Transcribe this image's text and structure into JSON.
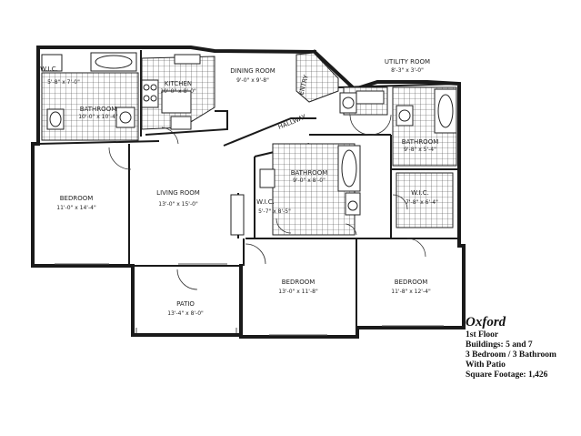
{
  "rooms": {
    "wic_1": {
      "name": "W.I.C.",
      "dims": "5'-8\" x 7'-0\""
    },
    "kitchen": {
      "name": "KITCHEN",
      "dims": "10'-0\" x 8'-0\""
    },
    "bath_1": {
      "name": "BATHROOM",
      "dims": "10'-0\" x 10'-4\""
    },
    "dining": {
      "name": "DINING ROOM",
      "dims": "9'-0\" x 9'-8\""
    },
    "utility": {
      "name": "UTILITY ROOM",
      "dims": "8'-3\" x 3'-0\""
    },
    "bath_2": {
      "name": "BATHROOM",
      "dims": "9'-8\" x 5'-4\""
    },
    "bath_3": {
      "name": "BATHROOM",
      "dims": "9'-0\" x 8'-0\""
    },
    "wic_2": {
      "name": "W.I.C.",
      "dims": "5'-7\" x 8'-5\""
    },
    "wic_3": {
      "name": "W.I.C.",
      "dims": "7'-8\" x 6'-4\""
    },
    "bedroom_1": {
      "name": "BEDROOM",
      "dims": "11'-0\" x 14'-4\""
    },
    "living": {
      "name": "LIVING ROOM",
      "dims": "13'-0\" x 15'-0\""
    },
    "bedroom_2": {
      "name": "BEDROOM",
      "dims": "13'-0\" x 11'-8\""
    },
    "bedroom_3": {
      "name": "BEDROOM",
      "dims": "11'-8\" x 12'-4\""
    },
    "patio": {
      "name": "PATIO",
      "dims": "13'-4\" x 8'-0\""
    },
    "hallway": {
      "name": "HALLWAY"
    },
    "entry": {
      "name": "ENTRY"
    }
  },
  "legend": {
    "title": "Oxford",
    "floor": "1st Floor",
    "buildings": "Buildings: 5 and 7",
    "config": "3 Bedroom / 3 Bathroom",
    "feature": "With Patio",
    "sqft": "Square Footage: 1,426"
  }
}
